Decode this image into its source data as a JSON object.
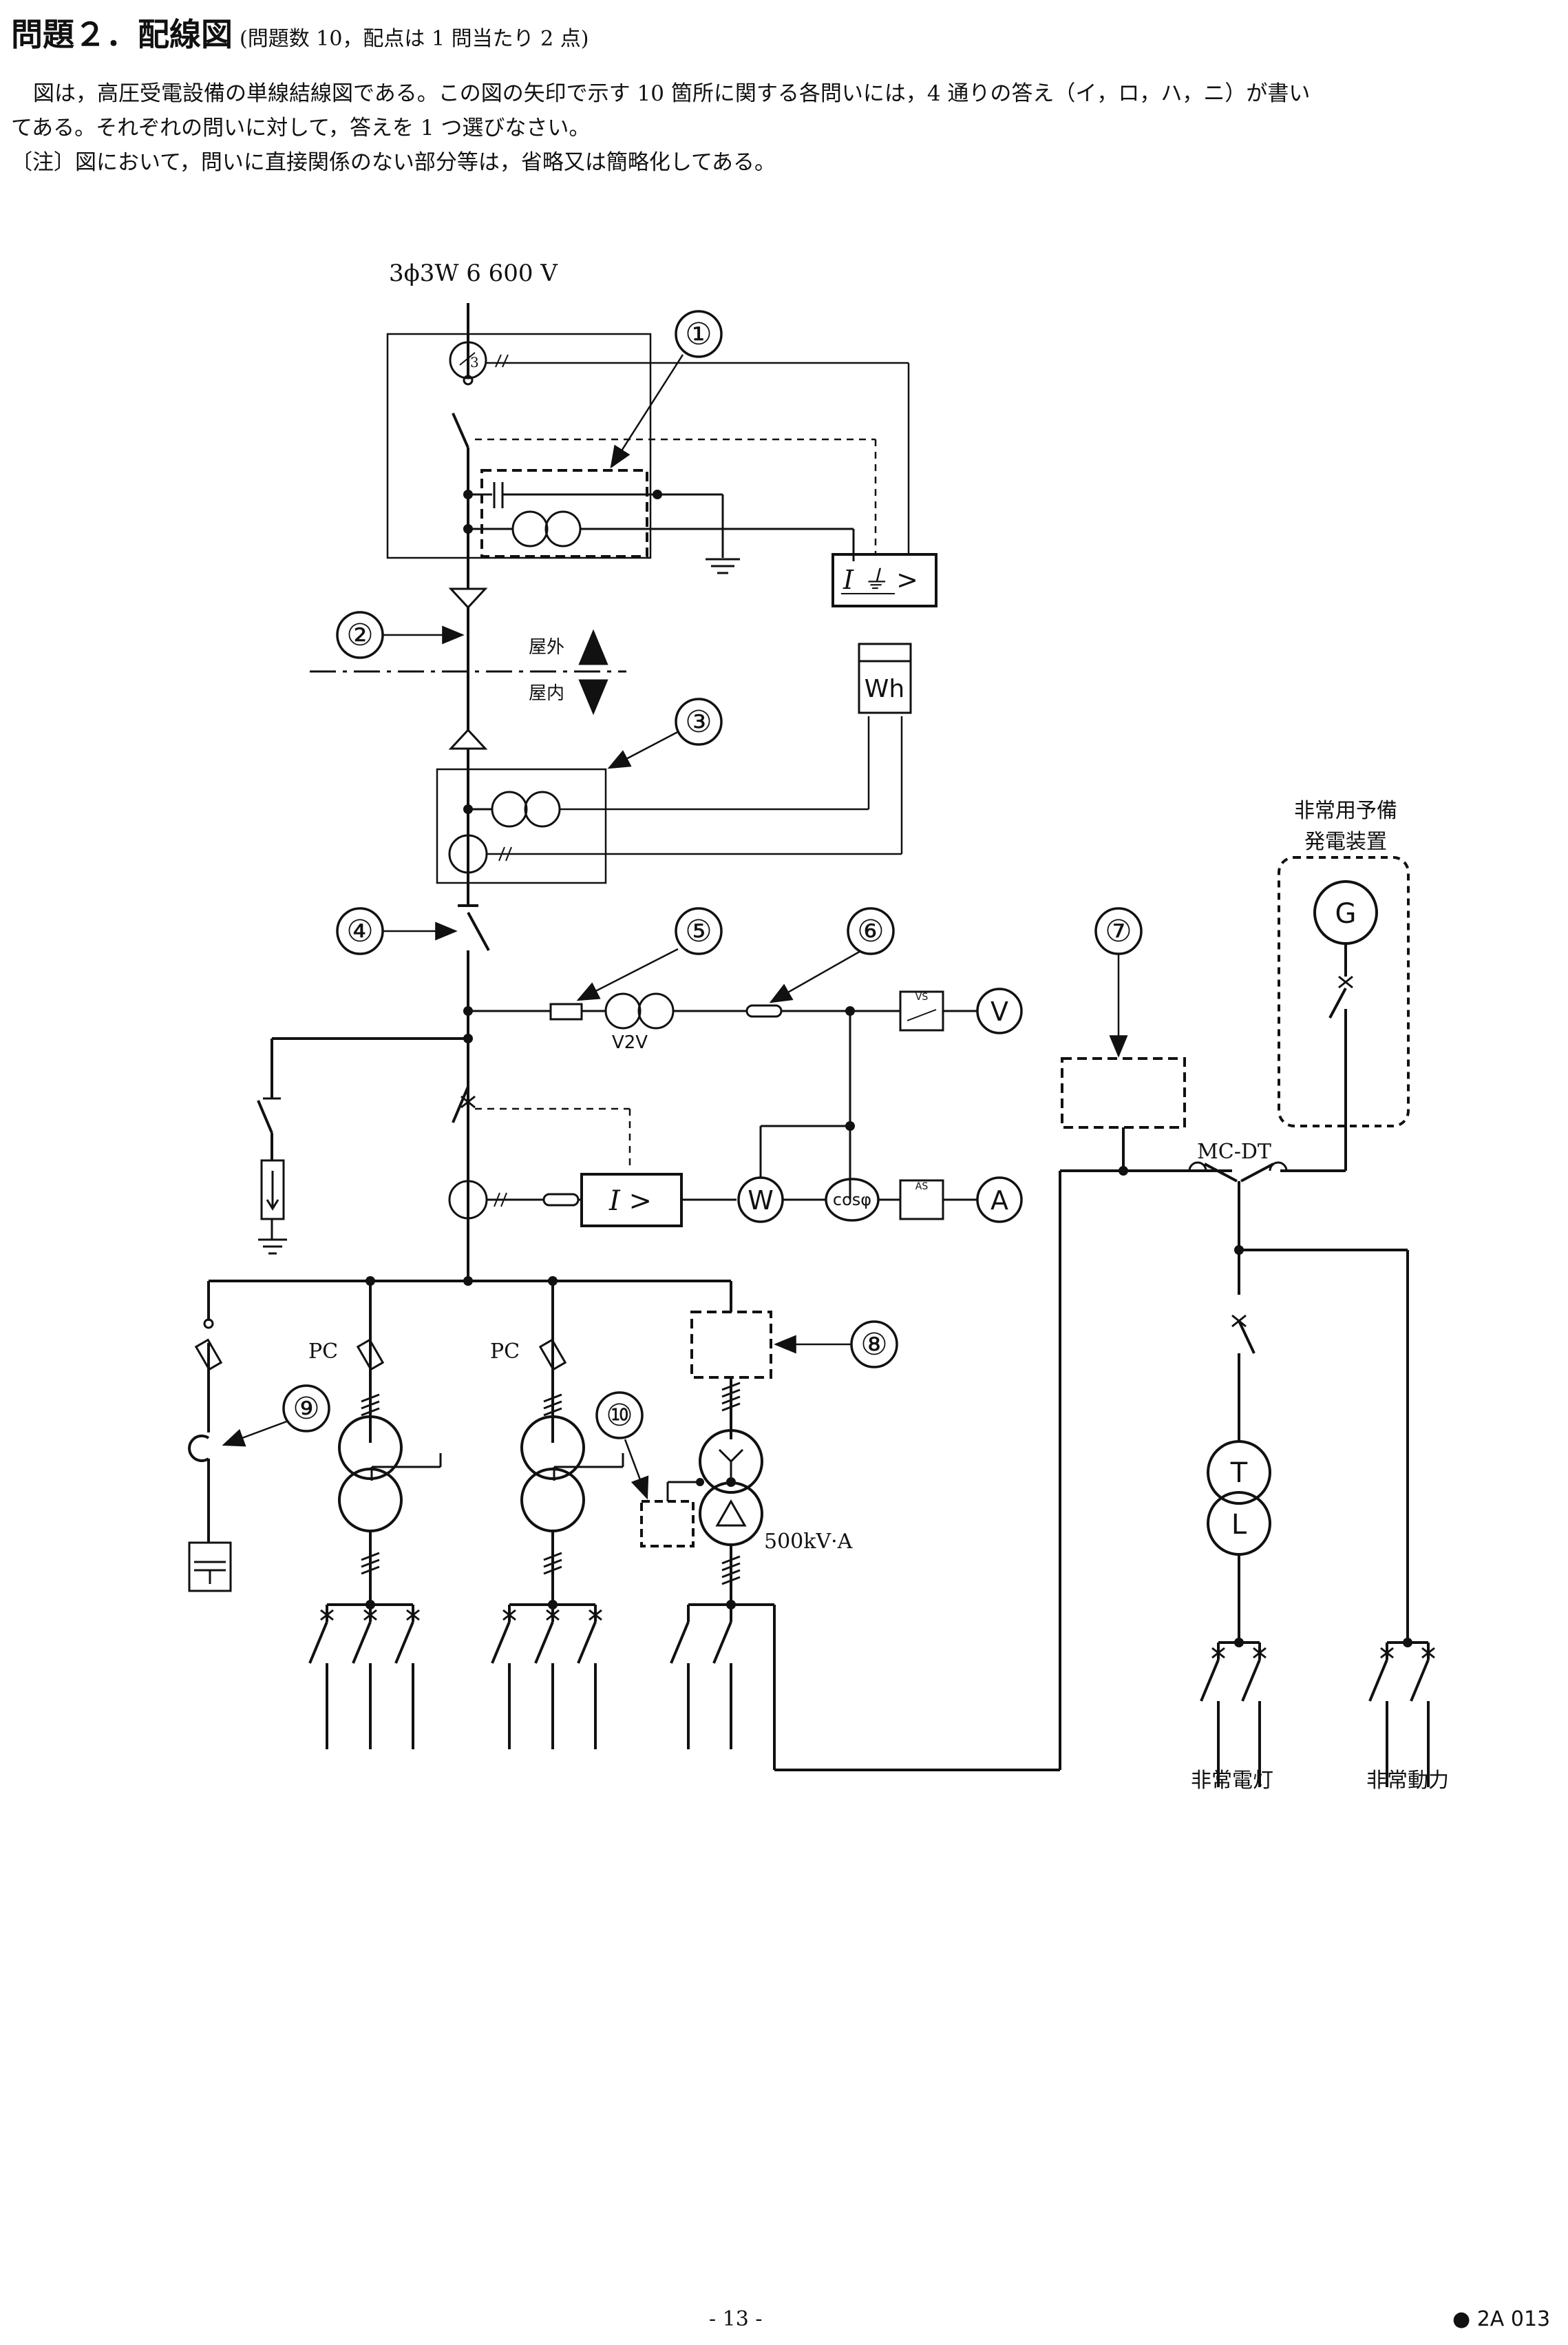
{
  "header": {
    "title": "問題２．配線図",
    "subtitle": "(問題数 10，配点は 1 問当たり 2 点)"
  },
  "instructions": {
    "line1": "図は，高圧受電設備の単線結線図である。この図の矢印で示す 10 箇所に関する各問いには，4 通りの答え（イ，ロ，ハ，ニ）が書い",
    "line2": "てある。それぞれの問いに対して，答えを 1 つ選びなさい。",
    "note": "〔注〕図において，問いに直接関係のない部分等は，省略又は簡略化してある。"
  },
  "diagram": {
    "supply": "3ϕ3W  6 600 V",
    "markers": [
      "①",
      "②",
      "③",
      "④",
      "⑤",
      "⑥",
      "⑦",
      "⑧",
      "⑨",
      "⑩"
    ],
    "outdoor": "屋外",
    "indoor": "屋内",
    "wh": "Wh",
    "relay_ground": "I ⏚ >",
    "relay_over": "I >",
    "v2v": "V2V",
    "vs": "VS",
    "as": "AS",
    "volt": "V",
    "amp": "A",
    "watt": "W",
    "pf": "cosφ",
    "gen_label_1": "非常用予備",
    "gen_label_2": "発電装置",
    "gen": "G",
    "mcdt": "MC-DT",
    "pc": "PC",
    "tr_capacity": "500kV·A",
    "t": "T",
    "l": "L",
    "emergency_light": "非常電灯",
    "emergency_power": "非常動力",
    "ct_ratio": "3"
  },
  "footer": {
    "page": "- 13 -",
    "code": "● 2A  013"
  }
}
